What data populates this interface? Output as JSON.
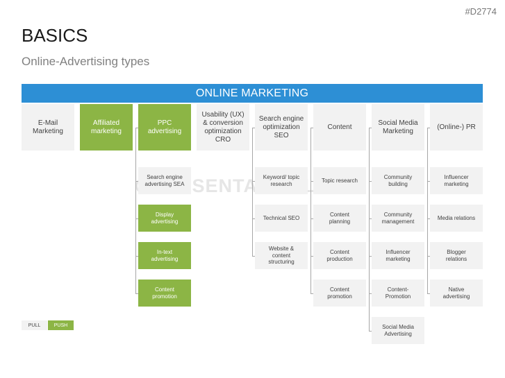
{
  "header": {
    "code": "#D2774",
    "title": "BASICS",
    "subtitle": "Online-Advertising types"
  },
  "banner": {
    "label": "ONLINE MARKETING"
  },
  "watermark": "PRESENTATIONLOAD",
  "columns": [
    {
      "id": "email",
      "label": "E-Mail\nMarketing",
      "type": "pull",
      "items": []
    },
    {
      "id": "affiliated",
      "label": "Affiliated\nmarketing",
      "type": "push",
      "items": []
    },
    {
      "id": "ppc",
      "label": "PPC\nadvertising",
      "type": "push",
      "items": [
        {
          "label": "Search engine\nadvertising SEA",
          "type": "pull"
        },
        {
          "label": "Display\nadvertising",
          "type": "push"
        },
        {
          "label": "In-text\nadvertising",
          "type": "push"
        },
        {
          "label": "Content\npromotion",
          "type": "push"
        }
      ]
    },
    {
      "id": "ux",
      "label": "Usability (UX)\n& conversion\noptimization\nCRO",
      "type": "pull",
      "items": []
    },
    {
      "id": "seo",
      "label": "Search engine\noptimization\nSEO",
      "type": "pull",
      "items": [
        {
          "label": "Keyword/ topic\nresearch",
          "type": "pull"
        },
        {
          "label": "Technical SEO",
          "type": "pull"
        },
        {
          "label": "Website &\ncontent\nstructuring",
          "type": "pull"
        }
      ]
    },
    {
      "id": "content",
      "label": "Content",
      "type": "pull",
      "items": [
        {
          "label": "Topic research",
          "type": "pull"
        },
        {
          "label": "Content\nplanning",
          "type": "pull"
        },
        {
          "label": "Content\nproduction",
          "type": "pull"
        },
        {
          "label": "Content\npromotion",
          "type": "pull"
        }
      ]
    },
    {
      "id": "social",
      "label": "Social Media\nMarketing",
      "type": "pull",
      "items": [
        {
          "label": "Community\nbuilding",
          "type": "pull"
        },
        {
          "label": "Community\nmanagement",
          "type": "pull"
        },
        {
          "label": "Influencer\nmarketing",
          "type": "pull"
        },
        {
          "label": "Content-\nPromotion",
          "type": "pull"
        },
        {
          "label": "Social Media\nAdvertising",
          "type": "pull"
        }
      ]
    },
    {
      "id": "pr",
      "label": "(Online-) PR",
      "type": "pull",
      "items": [
        {
          "label": "Influencer\nmarketing",
          "type": "pull"
        },
        {
          "label": "Media relations",
          "type": "pull"
        },
        {
          "label": "Blogger\nrelations",
          "type": "pull"
        },
        {
          "label": "Native\nadvertising",
          "type": "pull"
        }
      ]
    }
  ],
  "legend": {
    "pull": "PULL",
    "push": "PUSH"
  },
  "colors": {
    "banner": "#2d8fd5",
    "push": "#8cb545",
    "pull": "#f2f2f2",
    "connector": "#a6a6a6"
  }
}
